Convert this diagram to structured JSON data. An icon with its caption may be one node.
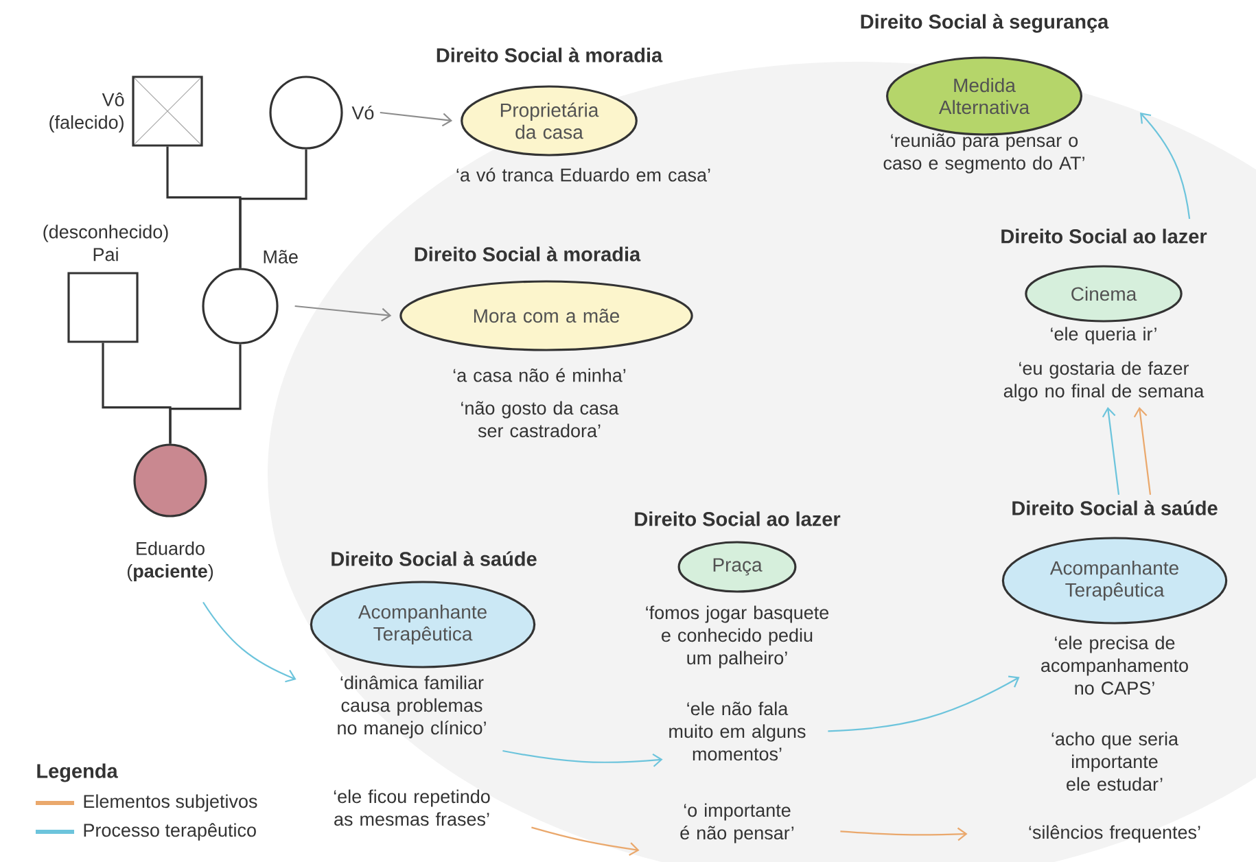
{
  "diagram": {
    "nodes": [
      {
        "text": [],
        "shape": "box",
        "beside": [
          "Vô (falecido)"
        ]
      },
      {
        "text": [],
        "shape": "circle",
        "beside": [
          "Vó"
        ]
      },
      {
        "text": [],
        "shape": "box",
        "beside": [
          "(desconhecido) Pai"
        ]
      },
      {
        "text": [],
        "shape": "circle",
        "beside": [
          "Mãe"
        ]
      },
      {
        "text": [],
        "shape": "circle",
        "beside": [
          "Eduardo (**paciente**)"
        ]
      },
      {
        "text": [
          "Direito Social à moradia",
          "Proprietária da casa"
        ],
        "beside": [
          "‘a vó tranca Eduardo em casa’"
        ]
      },
      {
        "text": [
          "Direito Social à moradia",
          "Mora com a mãe"
        ],
        "beside": [
          "‘a casa não é minha’",
          "‘não gosto da casa ser castradora’"
        ]
      },
      {
        "text": [
          "Direito Social à saúde",
          "Acompanhante Terapêutica"
        ],
        "beside": [
          "‘dinâmica familiar causa problemas no manejo clínico’",
          "‘ele ficou repetindo as mesmas frases’"
        ]
      },
      {
        "text": [
          "Direito Social ao lazer",
          "Praça"
        ],
        "beside": [
          "‘fomos jogar basquete e conhecido pediu um palheiro’",
          "‘ele não fala muito em alguns momentos’",
          "‘o importante é não pensar’"
        ]
      },
      {
        "text": [
          "Direito Social à saúde",
          "Acompanhante Terapêutica"
        ],
        "beside": [
          "‘ele precisa de acompanhamento no CAPS’",
          "‘acho que seria importante ele estudar’",
          "‘silêncios frequentes’"
        ]
      },
      {
        "text": [
          "Direito Social ao lazer",
          "Cinema"
        ],
        "beside": [
          "‘ele queria ir’",
          "‘eu gostaria de fazer algo no final de semana"
        ]
      },
      {
        "text": [
          "Direito Social à segurança",
          "Medida Alternativa"
        ],
        "beside": [
          "‘reunião para pensar o caso e segmento do AT’"
        ]
      }
    ],
    "edges": [
      {
        "from": 0,
        "to": 3,
        "arrow": "none",
        "color": "#333333"
      },
      {
        "from": 1,
        "to": 3,
        "arrow": "none",
        "color": "#333333"
      },
      {
        "from": 2,
        "to": 4,
        "arrow": "none",
        "color": "#333333"
      },
      {
        "from": 3,
        "to": 4,
        "arrow": "none",
        "color": "#333333"
      },
      {
        "from": 1,
        "to": 5,
        "arrow": "to",
        "color": "#8c8c8c"
      },
      {
        "from": 3,
        "to": 6,
        "arrow": "to",
        "color": "#8c8c8c"
      },
      {
        "from": 4,
        "to": 7,
        "arrow": "to",
        "color": "#6cc4dc"
      },
      {
        "from": 7,
        "to": 8,
        "arrow": "to",
        "color": "#6cc4dc"
      },
      {
        "from": 7,
        "to": 8,
        "arrow": "to",
        "color": "#eaa86c"
      },
      {
        "from": 8,
        "to": 9,
        "arrow": "to",
        "color": "#6cc4dc"
      },
      {
        "from": 8,
        "to": 9,
        "arrow": "to",
        "color": "#eaa86c"
      },
      {
        "from": 9,
        "to": 10,
        "arrow": "to",
        "color": "#6cc4dc"
      },
      {
        "from": 9,
        "to": 10,
        "arrow": "to",
        "color": "#eaa86c"
      },
      {
        "from": 10,
        "to": 11,
        "arrow": "to",
        "color": "#6cc4dc"
      }
    ],
    "labels": [
      "Legenda"
    ],
    "legend": [
      {
        "text": "Elementos subjetivos",
        "color": "#eaa86c"
      },
      {
        "text": "Processo terapêutico",
        "color": "#6cc4dc"
      }
    ]
  }
}
